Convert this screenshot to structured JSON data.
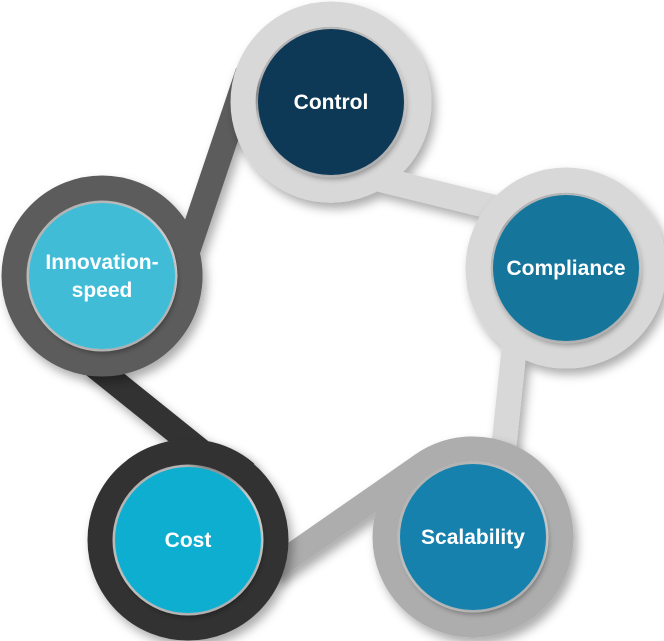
{
  "diagram": {
    "type": "cycle-diagram",
    "background_color": "#ffffff",
    "nodes": [
      {
        "id": "control",
        "label": "Control",
        "circle_color": "#0F3757",
        "ring_color": "#D8D8D8",
        "text_color": "#FFFFFF"
      },
      {
        "id": "compliance",
        "label": "Compliance",
        "circle_color": "#16749B",
        "ring_color": "#D8D8D8",
        "text_color": "#FFFFFF"
      },
      {
        "id": "scalability",
        "label": "Scalability",
        "circle_color": "#1481AC",
        "ring_color": "#ADADAD",
        "text_color": "#FFFFFF"
      },
      {
        "id": "cost",
        "label": "Cost",
        "circle_color": "#10AECF",
        "ring_color": "#323232",
        "text_color": "#FFFFFF"
      },
      {
        "id": "innovation-speed",
        "label": "Innovation-speed",
        "label_lines": [
          "Innovation-",
          "speed"
        ],
        "circle_color": "#3FBCD7",
        "ring_color": "#5C5C5C",
        "text_color": "#FFFFFF"
      }
    ],
    "connections": [
      {
        "from": "control",
        "to": "compliance"
      },
      {
        "from": "compliance",
        "to": "scalability"
      },
      {
        "from": "scalability",
        "to": "cost"
      },
      {
        "from": "cost",
        "to": "innovation-speed"
      },
      {
        "from": "innovation-speed",
        "to": "control"
      }
    ]
  }
}
